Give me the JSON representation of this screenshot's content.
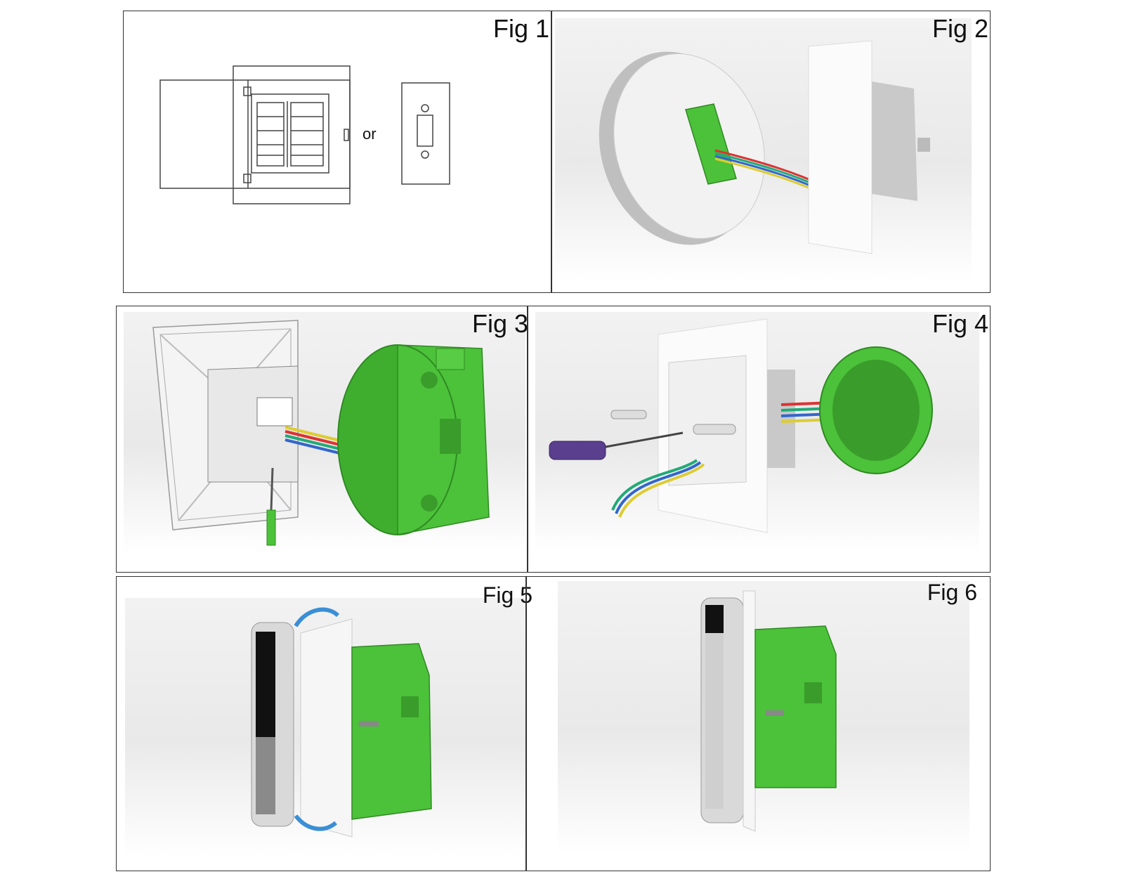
{
  "figures": {
    "fig1": {
      "label": "Fig 1",
      "or_text": "or"
    },
    "fig2": {
      "label": "Fig 2"
    },
    "fig3": {
      "label": "Fig 3"
    },
    "fig4": {
      "label": "Fig 4"
    },
    "fig5": {
      "label": "Fig 5"
    },
    "fig6": {
      "label": "Fig 6"
    }
  },
  "colors": {
    "box_green": "#4cc13a",
    "outline": "#333333",
    "arrow_blue": "#3a8fd6",
    "screwdriver_handle": "#5a3f8e"
  },
  "icons": [
    "junction-box-icon",
    "wall-switch-icon",
    "screwdriver-icon",
    "rotate-arrow-icon",
    "screw-icon"
  ]
}
